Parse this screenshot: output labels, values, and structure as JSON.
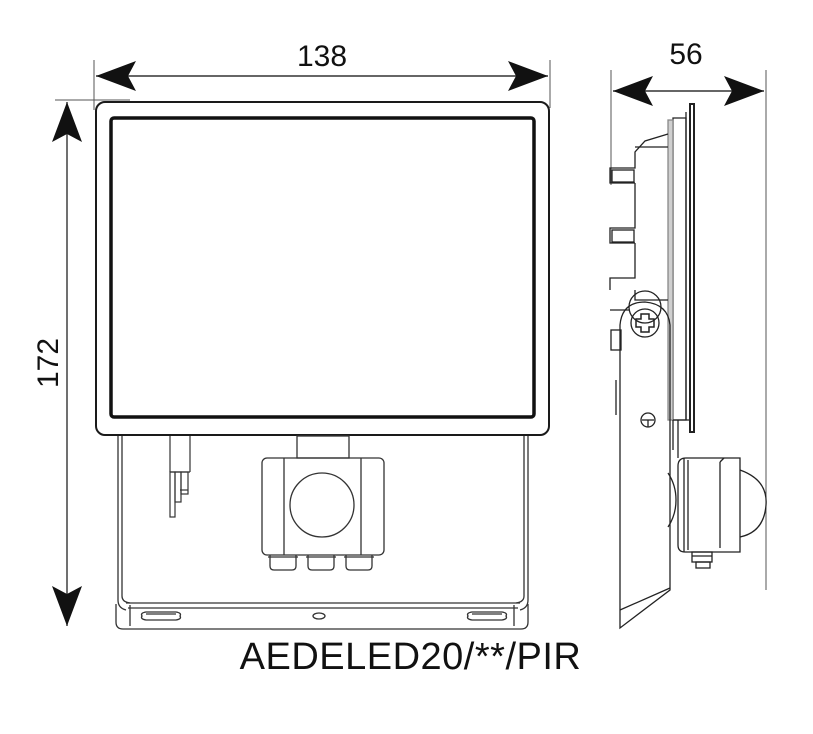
{
  "drawing": {
    "title": "AEDELED20/**/PIR",
    "units": "mm",
    "views": [
      {
        "name": "front-view",
        "description": "Floodlight front with PIR sensor and mounting bracket"
      },
      {
        "name": "side-view",
        "description": "Floodlight side profile with heat sink, bracket and PIR sensor"
      }
    ],
    "dimensions": {
      "width": {
        "label": "138",
        "view": "front"
      },
      "height": {
        "label": "172",
        "view": "front"
      },
      "depth": {
        "label": "56",
        "view": "side"
      }
    },
    "colors": {
      "line": "#1a1a1a",
      "light_line": "#888888",
      "background": "#ffffff"
    }
  }
}
